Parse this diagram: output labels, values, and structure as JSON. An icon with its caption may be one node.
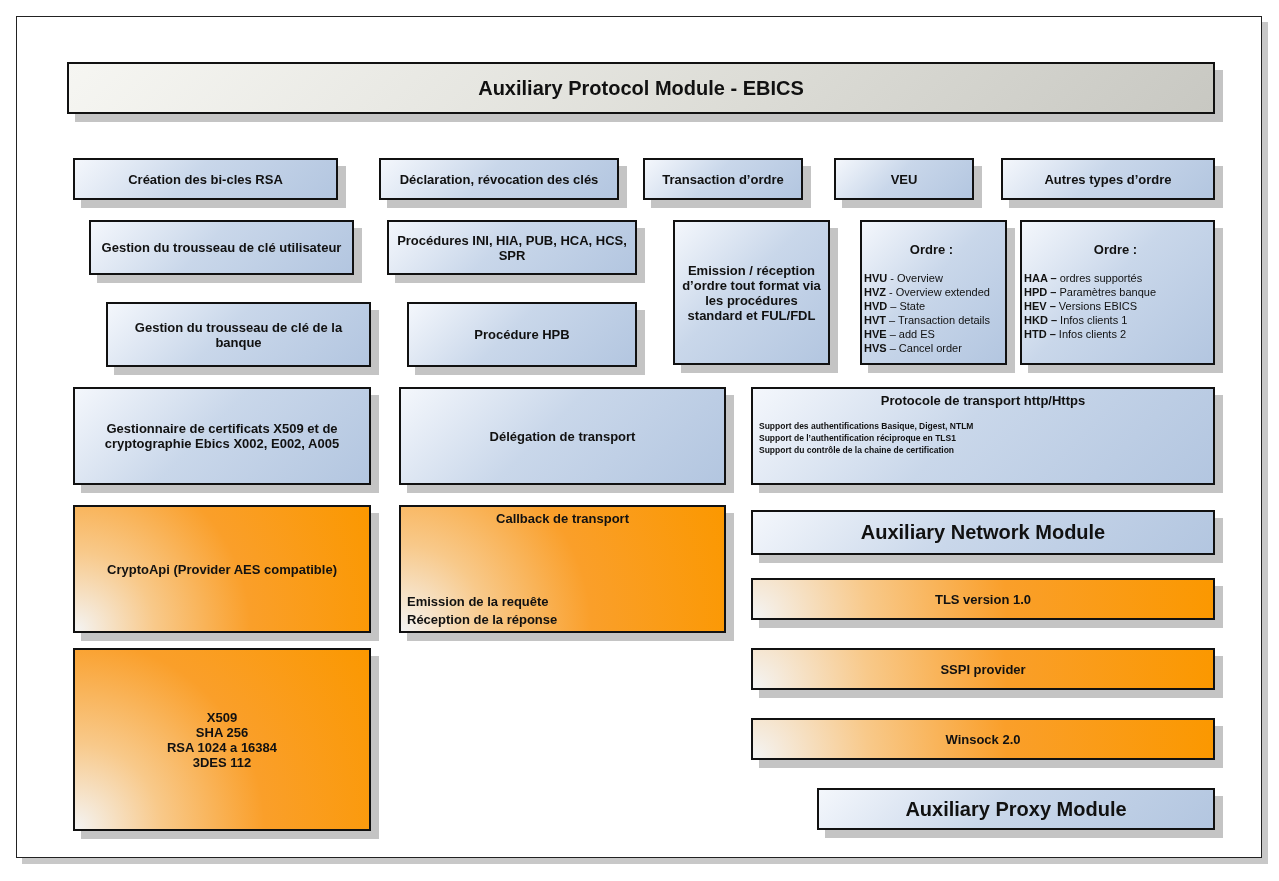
{
  "diagram": {
    "nodes": [
      {
        "text": [
          "Auxiliary Protocol Module - EBICS"
        ]
      },
      {
        "text": [
          "Création des bi-cles RSA"
        ]
      },
      {
        "text": [
          "Déclaration, révocation des clés"
        ]
      },
      {
        "text": [
          "Transaction d’ordre"
        ]
      },
      {
        "text": [
          "VEU"
        ]
      },
      {
        "text": [
          "Autres types d’ordre"
        ]
      },
      {
        "text": [
          "Gestion du trousseau de clé utilisateur"
        ]
      },
      {
        "text": [
          "Procédures INI, HIA, PUB, HCA, HCS, SPR"
        ]
      },
      {
        "text": [
          "Emission / réception d’ordre tout format via les procédures standard et FUL/FDL"
        ]
      },
      {
        "text": [
          "Ordre :",
          "**HVU** - Overview",
          "**HVZ** - Overview extended",
          "**HVD** – State",
          "**HVT** – Transaction details",
          "**HVE** – add ES",
          "**HVS** – Cancel order"
        ]
      },
      {
        "text": [
          "Ordre :",
          "**HAA –** ordres supportés",
          "**HPD –** Paramètres banque",
          "**HEV –** Versions EBICS",
          "**HKD –** Infos clients 1",
          "**HTD –** Infos clients 2"
        ]
      },
      {
        "text": [
          "Gestion du trousseau de clé de la banque"
        ]
      },
      {
        "text": [
          "Procédure HPB"
        ]
      },
      {
        "text": [
          "Gestionnaire de certificats X509 et de cryptographie Ebics X002, E002, A005"
        ]
      },
      {
        "text": [
          "Délégation de transport"
        ]
      },
      {
        "text": [
          "Protocole de transport http/Https",
          "Support des authentifications Basique, Digest, NTLM",
          "Support de l’authentification réciproque en TLS1",
          "Support du contrôle de la chaine de certification"
        ]
      },
      {
        "text": [
          "CryptoApi (Provider AES compatible)"
        ]
      },
      {
        "text": [
          "Callback de transport",
          "Emission de la requête",
          "Réception de la réponse"
        ]
      },
      {
        "text": [
          "Auxiliary Network Module"
        ]
      },
      {
        "text": [
          "TLS version 1.0"
        ]
      },
      {
        "text": [
          "SSPI provider"
        ]
      },
      {
        "text": [
          "Winsock 2.0"
        ]
      },
      {
        "text": [
          "X509",
          "SHA 256",
          "RSA 1024 a 16384",
          "3DES 112"
        ]
      },
      {
        "text": [
          "Auxiliary Proxy Module"
        ]
      }
    ],
    "edges": []
  }
}
